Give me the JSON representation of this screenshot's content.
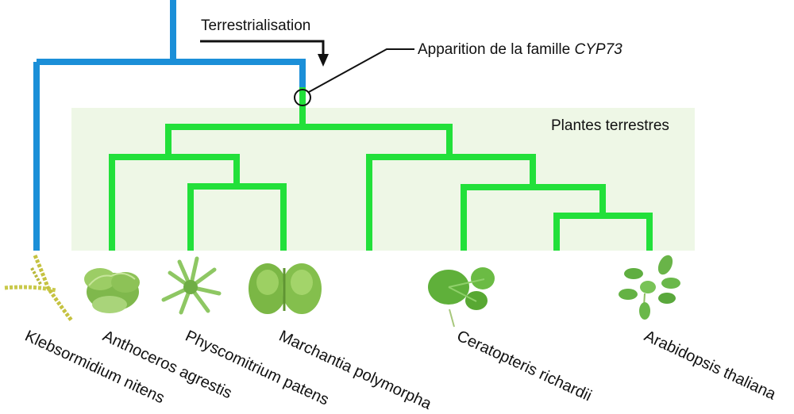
{
  "colors": {
    "outgroup_branch": "#1b8fd8",
    "land_branch": "#22e03a",
    "land_zone": "#eef7e6",
    "annotation": "#111111"
  },
  "annotations": {
    "terrestrialisation": "Terrestrialisation",
    "origin_prefix": "Apparition de la famille ",
    "origin_family": "CYP73",
    "land_plants": "Plantes terrestres"
  },
  "species": [
    {
      "name": "Klebsormidium nitens",
      "icon": "filamentous-alga-icon"
    },
    {
      "name": "Anthoceros agrestis",
      "icon": "hornwort-icon"
    },
    {
      "name": "Physcomitrium patens",
      "icon": "moss-icon"
    },
    {
      "name": "Marchantia polymorpha",
      "icon": "liverwort-icon"
    },
    {
      "name": "Ceratopteris richardii",
      "icon": "fern-icon"
    },
    {
      "name": "Arabidopsis thaliana",
      "icon": "rosette-plant-icon"
    }
  ]
}
